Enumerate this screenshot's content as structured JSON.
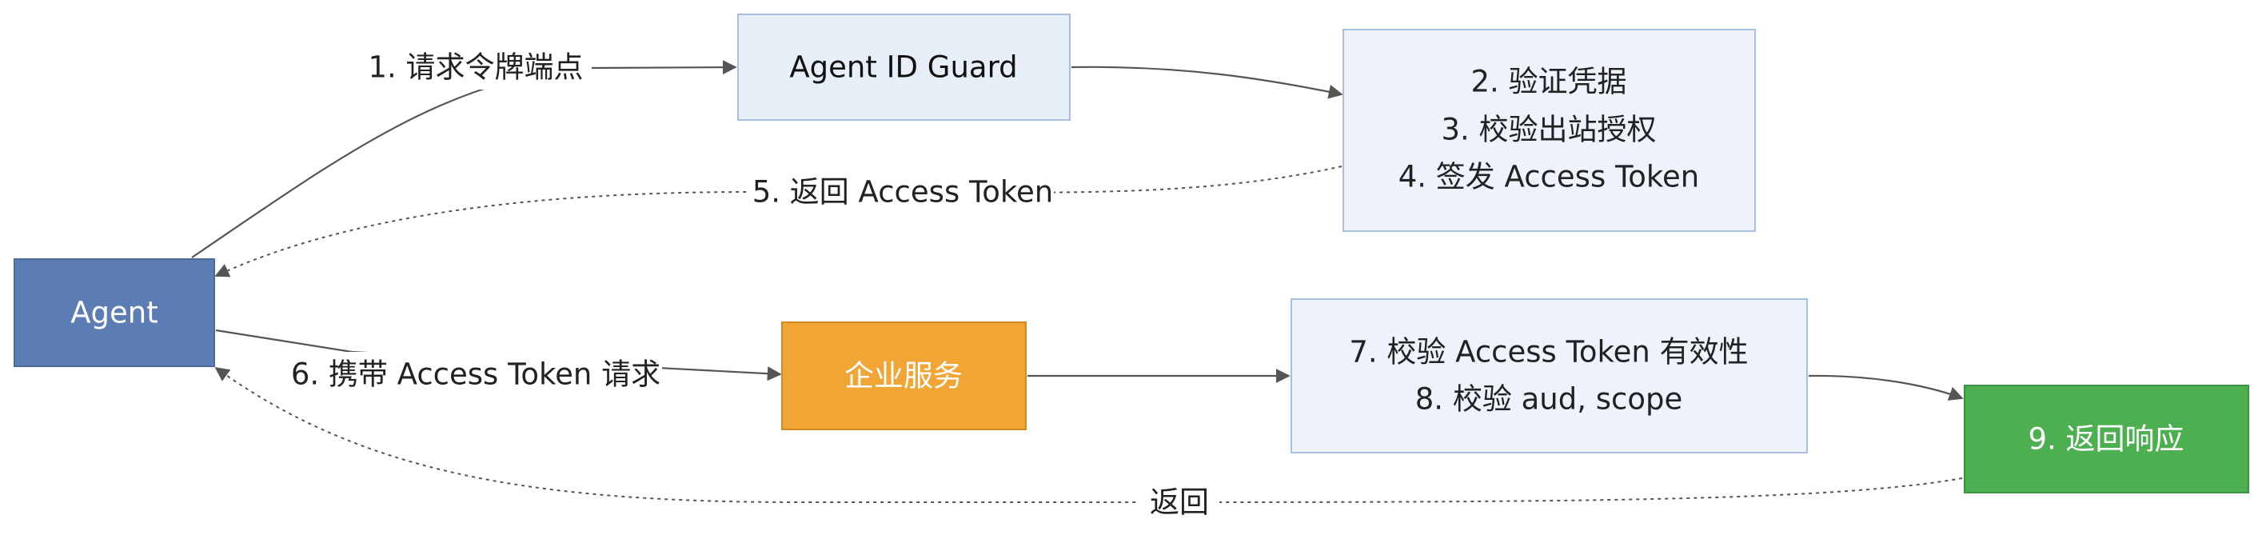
{
  "nodes": {
    "agent": {
      "label": "Agent",
      "fill": "#5b7db3",
      "text_color": "#ffffff"
    },
    "guard": {
      "label": "Agent ID Guard",
      "fill": "#e6eef8",
      "text_color": "#111111"
    },
    "verify": {
      "lines": [
        "2. 验证凭据",
        "3. 校验出站授权",
        "4. 签发 Access Token"
      ],
      "fill": "#eef2fa",
      "text_color": "#222222"
    },
    "service": {
      "label": "企业服务",
      "fill": "#f0a535",
      "text_color": "#ffffff"
    },
    "validate": {
      "lines": [
        "7. 校验 Access Token 有效性",
        "8. 校验 aud, scope"
      ],
      "fill": "#eef2fa",
      "text_color": "#222222"
    },
    "response": {
      "label": "9. 返回响应",
      "fill": "#4caf50",
      "text_color": "#ffffff"
    }
  },
  "edges": {
    "request_token": {
      "label": "1. 请求令牌端点"
    },
    "return_token": {
      "label": "5. 返回 Access Token"
    },
    "carry_token": {
      "label": "6. 携带 Access Token 请求"
    },
    "return": {
      "label": "返回"
    }
  },
  "colors": {
    "node_border": "#a8c0e0",
    "edge": "#555555"
  }
}
